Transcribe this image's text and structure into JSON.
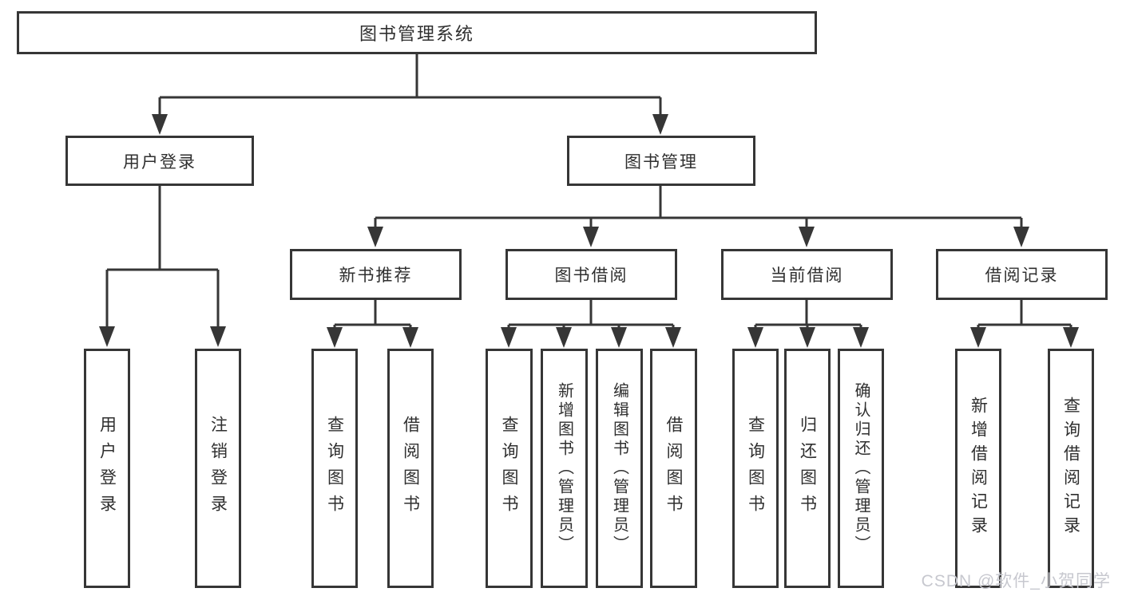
{
  "nodes": {
    "root": "图书管理系统",
    "user_login": "用户登录",
    "book_mgmt": "图书管理",
    "new_books": "新书推荐",
    "book_borrow": "图书借阅",
    "current_borrow": "当前借阅",
    "borrow_records": "借阅记录",
    "leaf_user_login": "用户登录",
    "leaf_logout": "注销登录",
    "leaf_nb_search": "查询图书",
    "leaf_nb_borrow": "借阅图书",
    "leaf_bb_search": "查询图书",
    "leaf_bb_add": "新增图书（管理员）",
    "leaf_bb_edit": "编辑图书（管理员）",
    "leaf_bb_borrow": "借阅图书",
    "leaf_cb_search": "查询图书",
    "leaf_cb_return": "归还图书",
    "leaf_cb_confirm": "确认归还（管理员）",
    "leaf_br_add": "新增借阅记录",
    "leaf_br_search": "查询借阅记录"
  },
  "watermark": "CSDN @软件_小贺同学",
  "colors": {
    "line": "#363636",
    "text": "#2f2f2f",
    "watermark": "#c7c8cf",
    "background": "#ffffff"
  }
}
